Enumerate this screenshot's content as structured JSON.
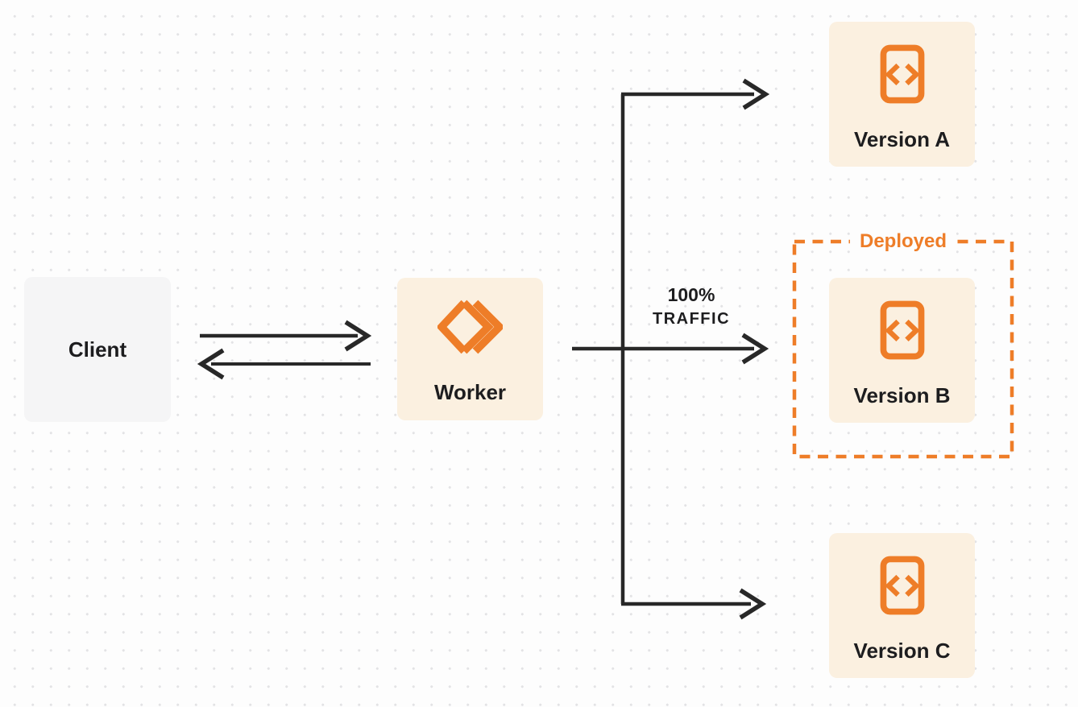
{
  "colors": {
    "accent": "#EE7D28",
    "node_bg_cream": "#FBF0E0",
    "node_bg_gray": "#F5F5F6",
    "line": "#282828",
    "text": "#1D1D1F",
    "background": "#FDFDFD",
    "dot_grid": "#E3E3E5"
  },
  "nodes": {
    "client": {
      "label": "Client"
    },
    "worker": {
      "label": "Worker",
      "icon": "cloudflare-workers-icon"
    },
    "version_a": {
      "label": "Version A",
      "icon": "code-file-icon"
    },
    "version_b": {
      "label": "Version B",
      "icon": "code-file-icon"
    },
    "version_c": {
      "label": "Version C",
      "icon": "code-file-icon"
    }
  },
  "groups": {
    "deployed": {
      "label": "Deployed",
      "border_style": "dashed"
    }
  },
  "edges": {
    "worker_to_version_b": {
      "label_line1": "100%",
      "label_line2": "TRAFFIC"
    }
  }
}
